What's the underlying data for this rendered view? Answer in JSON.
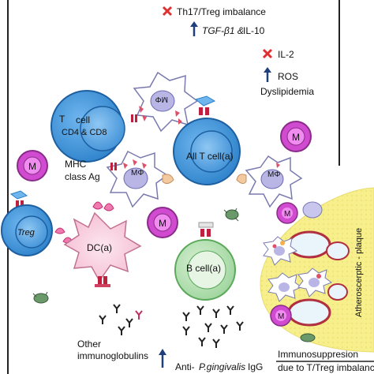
{
  "legend": {
    "th17_treg": "Th17/Treg imbalance",
    "tgf": "TGF-β1 &",
    "il10": "IL-10",
    "il2": "IL-2",
    "ros": "ROS",
    "dyslipidemia": "Dyslipidemia"
  },
  "cells": {
    "t_cell_label": "T",
    "t_cell_line1": "cell",
    "t_cell_line2": "CD4 & CD8",
    "macrophage_top": "MΦ",
    "macrophage_mid": "MΦ",
    "macrophage_right": "MΦ",
    "all_t_cell": "All T cell(a)",
    "m_left": "M",
    "m_right": "M",
    "m_plaque_top": "M",
    "m_plaque_bottom": "M",
    "mhc_line1": "MHC",
    "mhc_line2": "class Ag",
    "treg": "Treg",
    "dc": "DC(a)",
    "b_cell": "B cell(a)"
  },
  "labels": {
    "other_ig_line1": "Other",
    "other_ig_line2": "immunoglobulins",
    "anti_pg": "Anti-",
    "anti_pg_italic": "P.gingivalis",
    "anti_pg_igg": "IgG",
    "plaque": "Atheroscerptic - plaque",
    "immuno_line1": "Immunosuppresion",
    "immuno_line2": "due to T/Treg imbalance"
  },
  "colors": {
    "t_cell": "#3a8fd8",
    "t_cell_stroke": "#1d5fa0",
    "m_cell": "#d04bd0",
    "b_cell": "#8fd08f",
    "dc_cell": "#f7c9dc",
    "plaque": "#f6ef8c",
    "cross": "#e03030",
    "arrow": "#1f3f7a"
  }
}
